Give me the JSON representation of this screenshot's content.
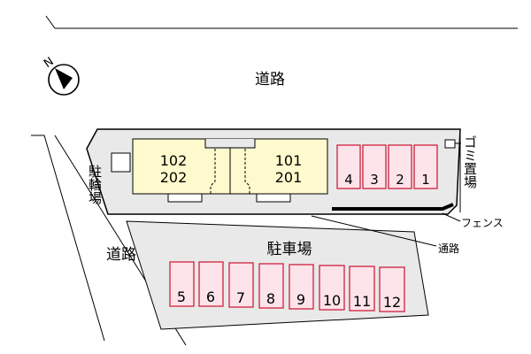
{
  "road_top": "道路",
  "road_left": "道路",
  "units": {
    "left": {
      "top": "102",
      "bottom": "202"
    },
    "right": {
      "top": "101",
      "bottom": "201"
    }
  },
  "bicycle_parking": "駐輪場",
  "garbage_area": "ゴミ置場",
  "fence": "フェンス",
  "passage": "通路",
  "parking_lot": "駐車場",
  "upper_spaces": [
    "4",
    "3",
    "2",
    "1"
  ],
  "lower_spaces": [
    "5",
    "6",
    "7",
    "8",
    "9",
    "10",
    "11",
    "12"
  ],
  "colors": {
    "building": "#fffacd",
    "lot": "#e9e9e9",
    "space_fill": "#fde3ea",
    "space_stroke": "#d0213c"
  }
}
